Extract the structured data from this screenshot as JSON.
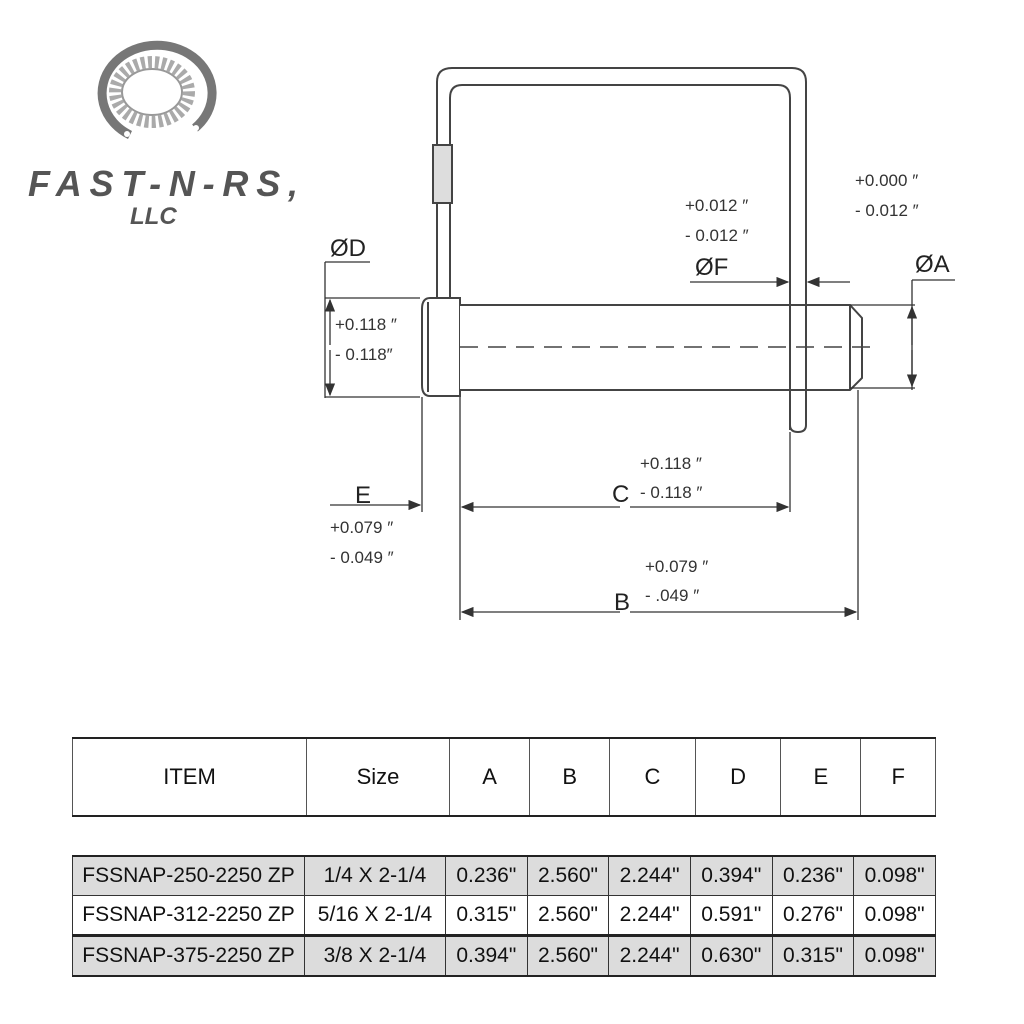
{
  "logo": {
    "name": "FAST-N-RS,",
    "suffix": "LLC"
  },
  "diagram": {
    "labels": {
      "A": "ØA",
      "B": "B",
      "C": "C",
      "D": "ØD",
      "E": "E",
      "F": "ØF"
    },
    "tolerances": {
      "A": [
        "+0.000 ″",
        "- 0.012 ″"
      ],
      "F": [
        "+0.012 ″",
        "- 0.012 ″"
      ],
      "D": [
        "+0.118 ″",
        "- 0.118″"
      ],
      "C": [
        "+0.118 ″",
        "- 0.118 ″"
      ],
      "E": [
        "+0.079 ″",
        "- 0.049 ″"
      ],
      "B": [
        "+0.079 ″",
        "- .049 ″"
      ]
    }
  },
  "table": {
    "headers": [
      "ITEM",
      "Size",
      "A",
      "B",
      "C",
      "D",
      "E",
      "F"
    ],
    "rows": [
      [
        "FSSNAP-250-2250 ZP",
        "1/4 X 2-1/4",
        "0.236\"",
        "2.560\"",
        "2.244\"",
        "0.394\"",
        "0.236\"",
        "0.098\""
      ],
      [
        "FSSNAP-312-2250 ZP",
        "5/16 X 2-1/4",
        "0.315\"",
        "2.560\"",
        "2.244\"",
        "0.591\"",
        "0.276\"",
        "0.098\""
      ],
      [
        "FSSNAP-375-2250 ZP",
        "3/8 X 2-1/4",
        "0.394\"",
        "2.560\"",
        "2.244\"",
        "0.630\"",
        "0.315\"",
        "0.098\""
      ]
    ]
  }
}
